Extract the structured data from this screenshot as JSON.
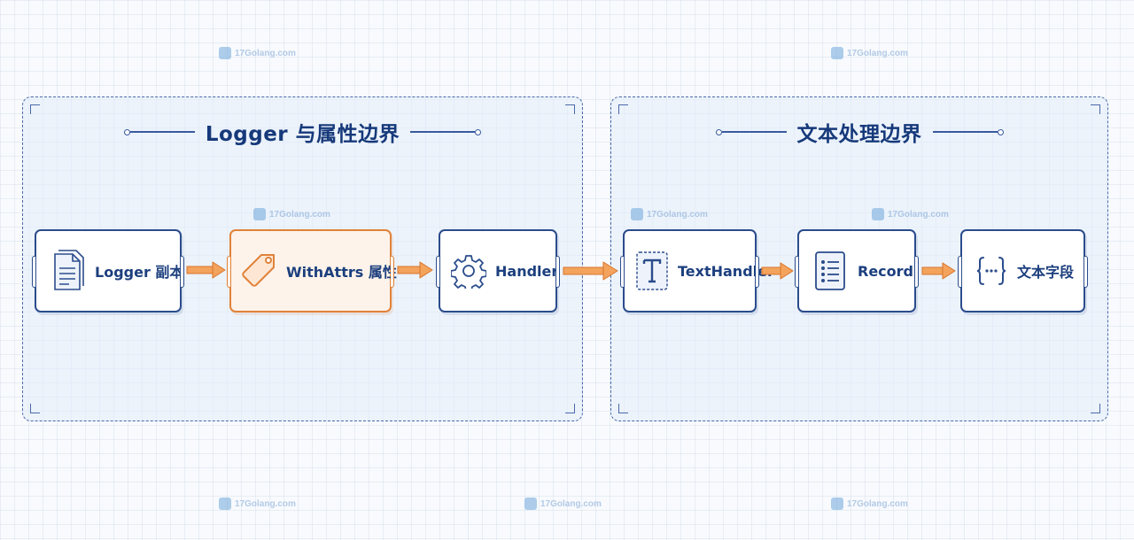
{
  "regions": {
    "left": {
      "title": "Logger 与属性边界"
    },
    "right": {
      "title": "文本处理边界"
    }
  },
  "nodes": {
    "logger_copy": {
      "label": "Logger 副本",
      "icon": "document-icon"
    },
    "with_attrs": {
      "label": "WithAttrs 属性",
      "icon": "tag-icon"
    },
    "handler": {
      "label": "Handler",
      "icon": "gear-icon"
    },
    "text_handler": {
      "label": "TextHandler",
      "icon": "text-t-icon"
    },
    "record": {
      "label": "Record",
      "icon": "list-icon"
    },
    "text_fields": {
      "label": "文本字段",
      "icon": "braces-icon"
    }
  },
  "colors": {
    "primary": "#2b4c8c",
    "accent": "#e0823a",
    "region_fill": "#e2ecfa"
  },
  "watermark": {
    "text": "17Golang.com"
  }
}
